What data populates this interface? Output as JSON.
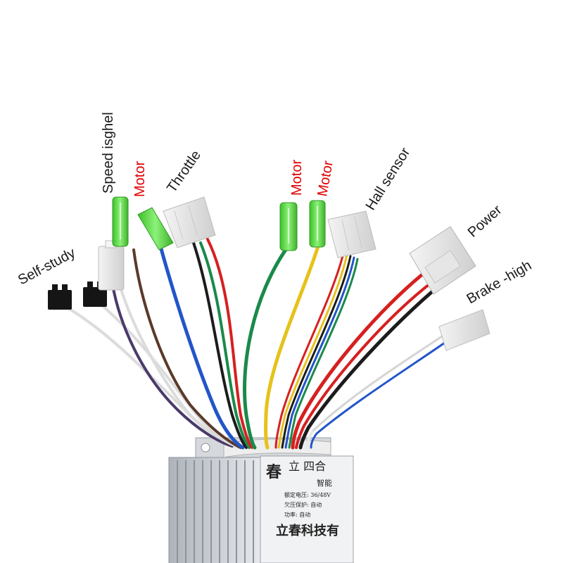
{
  "labels": {
    "self_study": "Self-study",
    "speed_signal": "Speed isghel",
    "motor_1": "Motor",
    "throttle": "Throttle",
    "motor_2": "Motor",
    "motor_3": "Motor",
    "hall_sensor": "Hall sensor",
    "power": "Power",
    "brake_high": "Brake -high"
  },
  "controller_case": {
    "char_big": "春",
    "char_top": "立 四合",
    "line_1": "智能",
    "line_2": "额定电压: 36/48V",
    "line_3": "欠压保护: 自动",
    "line_4": "功率: 自动",
    "line_5": "立春科技有"
  },
  "colors": {
    "label_text": "#1a1a1a",
    "motor_label": "#e00000",
    "wire_blue": "#2255c8",
    "wire_green": "#1a8a4a",
    "wire_yellow": "#e6c21a",
    "wire_red": "#d62020",
    "wire_black": "#1c1c1c",
    "wire_white": "#e8e8e8",
    "wire_brown": "#5a3a2a",
    "wire_purple": "#4a3a6a",
    "connector_green": "#5fe04a",
    "housing": "#c8ccd2"
  }
}
